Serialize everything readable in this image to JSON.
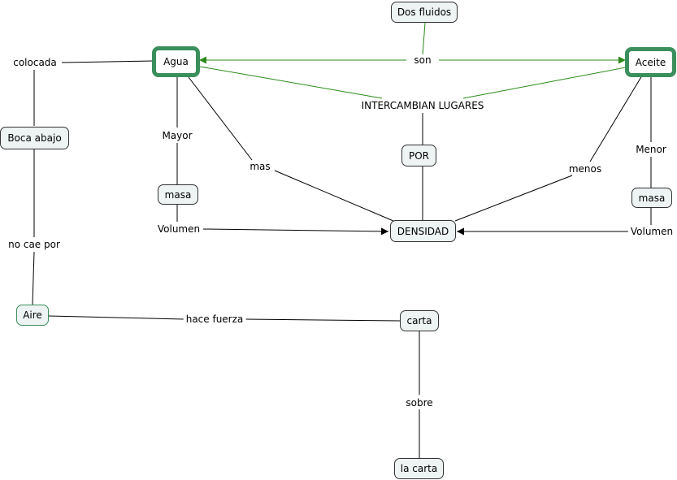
{
  "nodes": {
    "dos_fluidos": "Dos fluidos",
    "agua": "Agua",
    "aceite": "Aceite",
    "boca_abajo": "Boca abajo",
    "masa_left": "masa",
    "masa_right": "masa",
    "por": "POR",
    "densidad": "DENSIDAD",
    "aire": "Aire",
    "carta": "carta",
    "la_carta": "la carta"
  },
  "links": {
    "son": "son",
    "intercambian": "INTERCAMBIAN LUGARES",
    "colocada": "colocada",
    "mayor": "Mayor",
    "mas": "mas",
    "menos": "menos",
    "menor": "Menor",
    "volumen_left": "Volumen",
    "volumen_right": "Volumen",
    "no_cae_por": "no cae por",
    "hace_fuerza": "hace fuerza",
    "sobre": "sobre"
  },
  "colors": {
    "highlight_border": "#3a8f5c",
    "green_edge": "#2a8a1a",
    "node_fill": "#eef3f4",
    "edge": "#000000"
  }
}
